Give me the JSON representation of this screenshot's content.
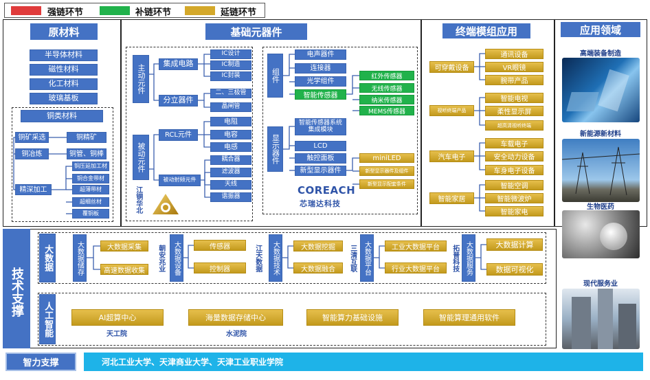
{
  "legend": {
    "strong": "强链环节",
    "supplement": "补链环节",
    "extend": "延链环节"
  },
  "colors": {
    "strong": "#e03b3b",
    "supplement": "#21b24b",
    "extend": "#d4a82a",
    "blue": "#4472c4"
  },
  "raw": {
    "title": "原材料",
    "items": [
      "半导体材料",
      "磁性材料",
      "化工材料",
      "玻璃基板"
    ],
    "copper": {
      "title": "铜类材料",
      "mining": "铜矿采选",
      "ore": "铜精矿",
      "smelting": "铜冶炼",
      "pipe": "铜管、铜棒",
      "deep": "精深加工",
      "products": [
        "铜压延加工材",
        "铜合金带材",
        "超薄带材",
        "超细丝材",
        "覆铜板"
      ]
    }
  },
  "base": {
    "title": "基础元器件",
    "active": {
      "label": "主动元件",
      "ic": {
        "label": "集成电路",
        "items": [
          "IC设计",
          "IC制造",
          "IC封装"
        ]
      },
      "discrete": {
        "label": "分立器件",
        "items": [
          "二、三极管",
          "晶闸管"
        ]
      }
    },
    "passive": {
      "label": "被动元件",
      "rcl": {
        "label": "RCL元件",
        "items": [
          "电阻",
          "电容",
          "电感"
        ]
      },
      "rf": {
        "label": "被动射频元件",
        "items": [
          "耦合器",
          "滤波器",
          "天线",
          "谐振器"
        ]
      }
    },
    "copper_company": "江铜华北",
    "module": {
      "label": "组件",
      "items": [
        "电声器件",
        "连接器",
        "光学组件",
        "智能传感器"
      ],
      "sensors": [
        "红外传感器",
        "无线传感器",
        "纳米传感器",
        "MEMS传感器"
      ]
    },
    "display": {
      "label": "显示器件",
      "items": [
        "智能传感器系统集成模块",
        "LCD",
        "触控面板",
        "新型显示器件"
      ],
      "new": [
        "miniLED",
        "新型显示器件及组件",
        "新型显示配套条件"
      ]
    },
    "coreach_logo": "COREACH",
    "coreach_name": "芯瑞达科技"
  },
  "terminal": {
    "title": "终端模组应用",
    "groups": [
      {
        "label": "可穿戴设备",
        "items": [
          "通讯设备",
          "VR眼镜",
          "腕带产品"
        ]
      },
      {
        "label": "视听终端产品",
        "items": [
          "智能电视",
          "柔性显示屏",
          "超高清视听终端"
        ]
      },
      {
        "label": "汽车电子",
        "items": [
          "车载电子",
          "安全动力设备",
          "车身电子设备"
        ]
      },
      {
        "label": "智能家居",
        "items": [
          "智能空调",
          "智能微波炉",
          "智能家电"
        ]
      }
    ]
  },
  "app": {
    "title": "应用领域",
    "items": [
      "高端装备制造",
      "新能源新材料",
      "生物医药",
      "现代服务业"
    ]
  },
  "tech": {
    "title": "技术支撑",
    "bigdata": {
      "label": "大数据",
      "storage": {
        "label": "大数据储存",
        "items": [
          "大数据采集",
          "高速数据收集"
        ]
      },
      "company1": "朝安兆业",
      "device": {
        "label": "大数据设备",
        "items": [
          "传感器",
          "控制器"
        ]
      },
      "company2": "江天数据",
      "tech2": {
        "label": "大数据技术",
        "items": [
          "大数据挖掘",
          "大数据融合"
        ]
      },
      "company3": "三清互联",
      "platform": {
        "label": "大数据平台",
        "items": [
          "工业大数据平台",
          "行业大数据平台"
        ]
      },
      "company4": "拓普科技",
      "service": {
        "label": "大数据服务",
        "items": [
          "大数据计算",
          "数据可视化"
        ]
      }
    },
    "ai": {
      "label": "人工智能",
      "items": [
        "AI超算中心",
        "海量数据存储中心",
        "智能算力基础设施",
        "智能算理通用软件"
      ],
      "under": [
        "天工院",
        "水泥院"
      ]
    }
  },
  "support": {
    "label": "智力支撑",
    "text": "河北工业大学、天津商业大学、天津工业职业学院"
  }
}
